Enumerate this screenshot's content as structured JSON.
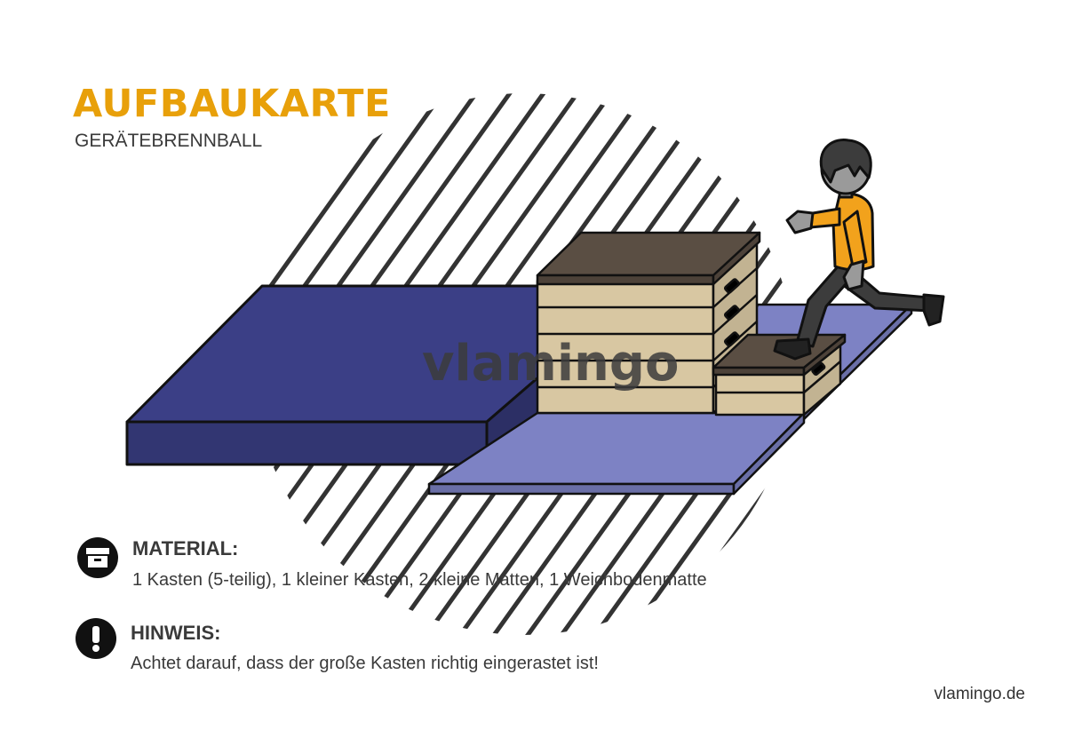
{
  "header": {
    "title": "AUFBAUKARTE",
    "subtitle": "GERÄTEBRENNBALL"
  },
  "watermark": {
    "text": "vlamingo"
  },
  "material": {
    "heading": "MATERIAL:",
    "text": "1 Kasten (5-teilig), 1 kleiner Kasten, 2 kleine Matten, 1 Weichbodenmatte",
    "icon": "archive-box-icon"
  },
  "hint": {
    "heading": "HINWEIS:",
    "text": "Achtet darauf, dass der große Kasten richtig eingerastet ist!",
    "icon": "exclamation-icon"
  },
  "footer": {
    "site": "vlamingo.de"
  },
  "colors": {
    "accent": "#E8A00A",
    "weichboden": "#3B3F86",
    "small_mat": "#7D82C4",
    "box_wood": "#D8C7A2",
    "box_lid": "#5A4E43",
    "shirt": "#F2A21C",
    "trousers": "#3C3C3C",
    "skin": "#9A9A9A",
    "text_dark": "#3A3A3A"
  }
}
